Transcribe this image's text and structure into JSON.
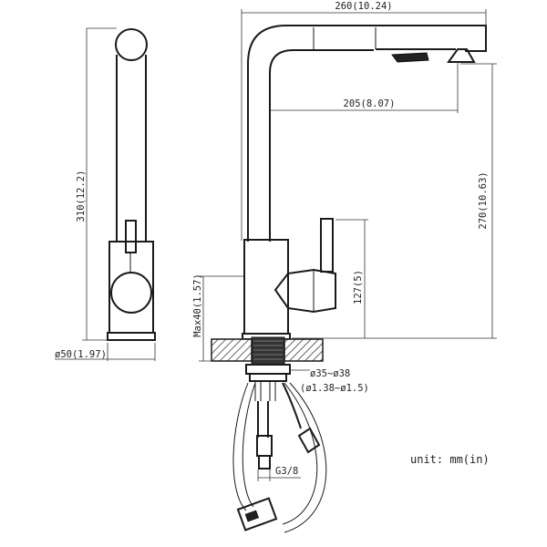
{
  "dimensions": {
    "total_width": "260(10.24)",
    "spout_reach": "205(8.07)",
    "spout_height": "270(10.63)",
    "handle_height": "127(5)",
    "total_height": "310(12.2)",
    "max_deck": "Max40(1.57)",
    "base_diameter": "ø50(1.97)",
    "hole_mm": "ø35~ø38",
    "hole_in": "(ø1.38~ø1.5)",
    "thread": "G3/8"
  },
  "unit_label": "unit: mm(in)"
}
